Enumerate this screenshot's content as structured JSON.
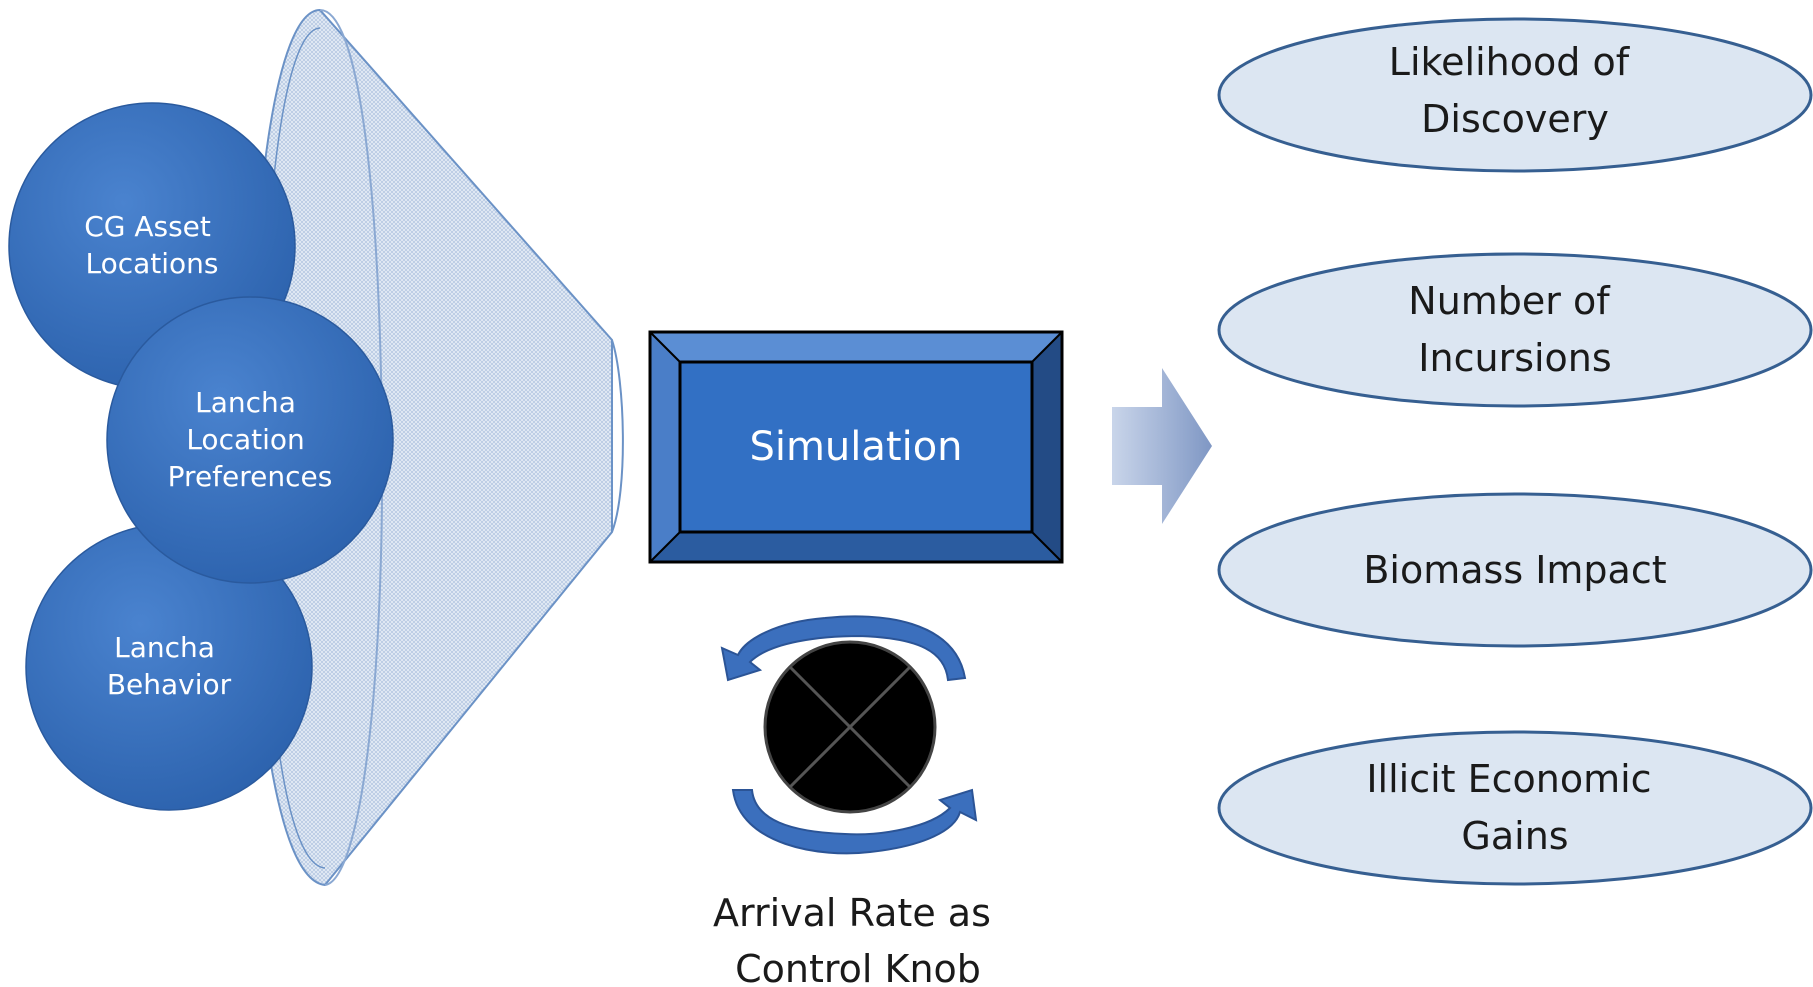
{
  "colors": {
    "circle_fill": "#3a72bf",
    "circle_text": "#ffffff",
    "sim_face": "#3270c4",
    "sim_text": "#ffffff",
    "oval_fill": "#dce6f2",
    "oval_stroke": "#365f91",
    "oval_text": "#1a1a1a",
    "arrow_fill": "#b3c3de",
    "funnel_fill": "#dfe8f3",
    "funnel_stroke": "#6b92c6",
    "knob_fill": "#000000",
    "label_text": "#1a1a1a"
  },
  "inputs": [
    {
      "lines": [
        "CG Asset",
        "Locations"
      ]
    },
    {
      "lines": [
        "Lancha",
        "Location",
        "Preferences"
      ]
    },
    {
      "lines": [
        "Lancha",
        "Behavior"
      ]
    }
  ],
  "simulation": {
    "label": "Simulation"
  },
  "control": {
    "lines": [
      "Arrival Rate as",
      "Control Knob"
    ]
  },
  "outputs": [
    {
      "lines": [
        "Likelihood of",
        "Discovery"
      ]
    },
    {
      "lines": [
        "Number of",
        "Incursions"
      ]
    },
    {
      "lines": [
        "Biomass Impact"
      ]
    },
    {
      "lines": [
        "Illicit Economic",
        "Gains"
      ]
    }
  ]
}
